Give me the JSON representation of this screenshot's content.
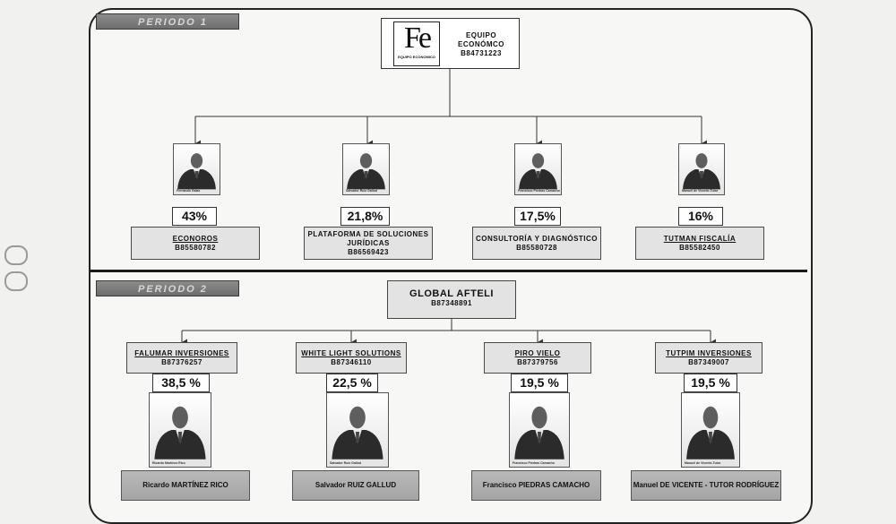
{
  "period1": {
    "label": "PERIODO 1",
    "parent": {
      "logo_mark": "Fe",
      "logo_sub": "EQUIPO ECONOMICO",
      "name_line1": "EQUIPO",
      "name_line2": "ECONÓMCO",
      "id": "B84731223"
    },
    "children": [
      {
        "pct": "43%",
        "name": "ECONOROS",
        "id": "B85580782",
        "caption": "Fernando Galaz"
      },
      {
        "pct": "21,8%",
        "name_line1": "PLATAFORMA DE SOLUCIONES",
        "name_line2": "JURÍDICAS",
        "id": "B86569423",
        "caption": "Salvador Ruiz Gallud"
      },
      {
        "pct": "17,5%",
        "name": "CONSULTORÍA Y DIAGNÓSTICO",
        "id": "B85580728",
        "caption": "Francisco Piedras Camacho"
      },
      {
        "pct": "16%",
        "name": "TUTMAN FISCALÍA",
        "id": "B85582450",
        "caption": "Manuel de Vicente-Tutor"
      }
    ]
  },
  "period2": {
    "label": "PERIODO 2",
    "parent": {
      "name": "GLOBAL AFTELI",
      "id": "B87348891"
    },
    "children": [
      {
        "name": "FALUMAR INVERSIONES",
        "id": "B87376257",
        "pct": "38,5 %",
        "person": "Ricardo MARTÍNEZ RICO",
        "caption": "Ricardo Martínez Rico"
      },
      {
        "name": "WHITE LIGHT SOLUTIONS",
        "id": "B87346110",
        "pct": "22,5 %",
        "person": "Salvador RUIZ GALLUD",
        "caption": "Salvador Ruiz Gallud"
      },
      {
        "name": "PIRO VIELO",
        "id": "B87379756",
        "pct": "19,5 %",
        "person": "Francisco PIEDRAS CAMACHO",
        "caption": "Francisco Piedras Camacho"
      },
      {
        "name": "TUTPIM INVERSIONES",
        "id": "B87349007",
        "pct": "19,5 %",
        "person": "Manuel DE VICENTE - TUTOR RODRÍGUEZ",
        "caption": "Manuel de Vicente-Tutor"
      }
    ]
  },
  "colors": {
    "box_fill": "#e3e3e3",
    "tag_fill": "#7a7a7a",
    "namebar_fill": "#aeaeae",
    "line": "#333333"
  }
}
